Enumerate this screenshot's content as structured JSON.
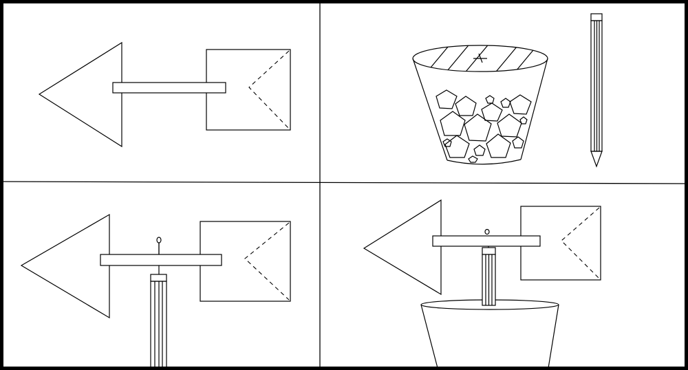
{
  "figure": {
    "panels": [
      {
        "id": "top-left",
        "content": "arrow"
      },
      {
        "id": "top-right",
        "content": "cup-and-pencil"
      },
      {
        "id": "bottom-left",
        "content": "arrow-on-pencil"
      },
      {
        "id": "bottom-right",
        "content": "arrow-on-pencil-in-cup"
      }
    ],
    "colors": {
      "line": "#000000",
      "background": "#ffffff"
    }
  }
}
